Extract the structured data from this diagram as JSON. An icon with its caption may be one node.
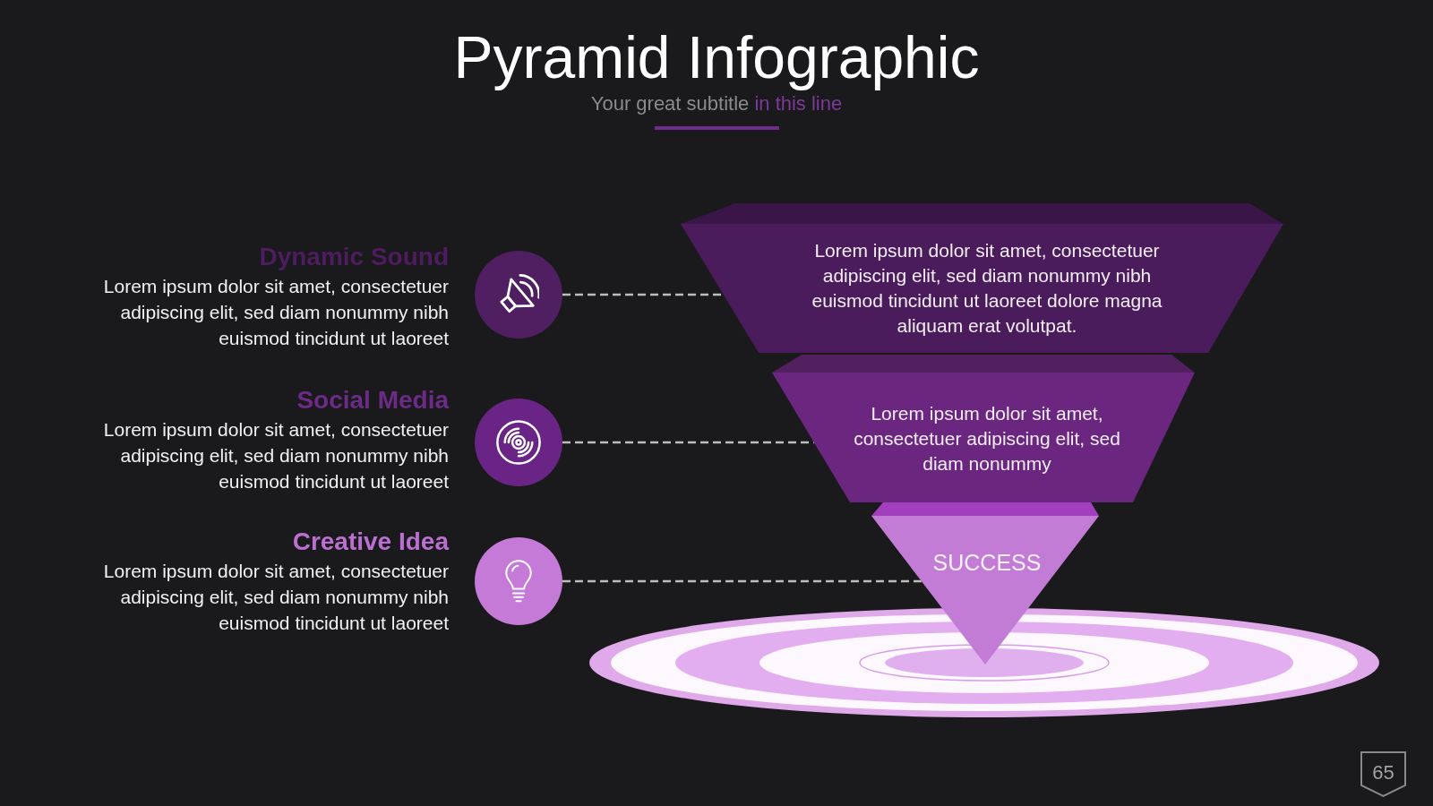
{
  "diagram": {
    "title": "Pyramid Infographic",
    "nodes": [
      {
        "text": [],
        "shape": "circle",
        "beside": [
          "Dynamic Sound",
          "Lorem ipsum dolor sit amet, consectetuer adipiscing elit, sed diam nonummy nibh euismod tincidunt ut laoreet"
        ]
      },
      {
        "text": [],
        "shape": "circle",
        "beside": [
          "Social Media",
          "Lorem ipsum dolor sit amet, consectetuer adipiscing elit, sed diam nonummy nibh euismod tincidunt ut laoreet"
        ]
      },
      {
        "text": [],
        "shape": "circle",
        "beside": [
          "Creative Idea",
          "Lorem ipsum dolor sit amet, consectetuer adipiscing elit, sed diam nonummy nibh euismod tincidunt ut laoreet"
        ]
      },
      {
        "text": [
          "Lorem ipsum dolor sit amet, consectetuer adipiscing elit, sed diam nonummy nibh euismod tincidunt ut laoreet dolore magna aliquam erat volutpat."
        ]
      },
      {
        "text": [
          "Lorem ipsum dolor sit amet, consectetuer adipiscing elit, sed diam nonummy"
        ]
      },
      {
        "text": [
          "SUCCESS"
        ]
      },
      {
        "text": [
          "65"
        ]
      }
    ],
    "edges": [
      {
        "from": 0,
        "to": 3,
        "arrow": "none",
        "style": "dashed"
      },
      {
        "from": 1,
        "to": 4,
        "arrow": "none",
        "style": "dashed"
      },
      {
        "from": 2,
        "to": 5,
        "arrow": "none",
        "style": "dashed"
      }
    ],
    "labels": [
      "Your great subtitle in this line"
    ]
  }
}
